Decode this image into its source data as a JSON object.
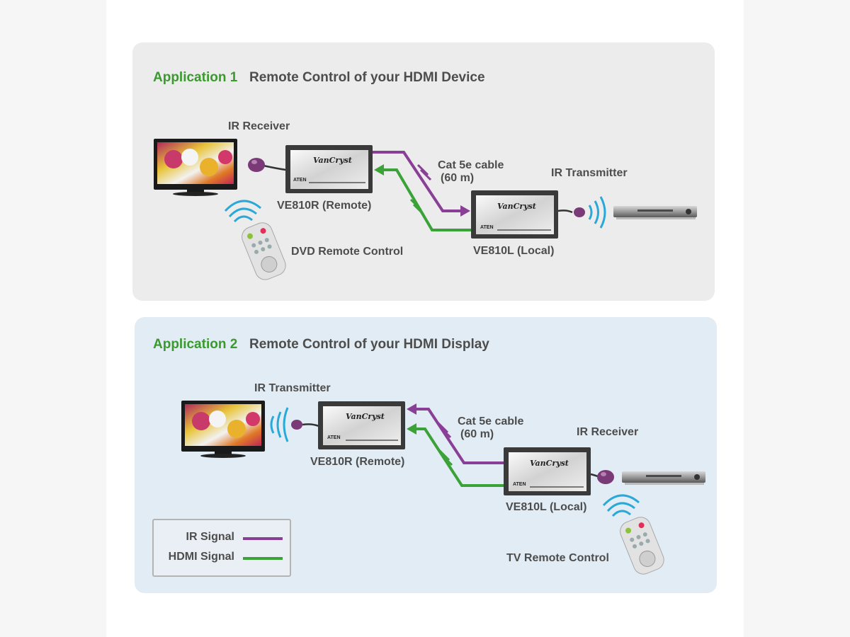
{
  "colors": {
    "ir_signal": "#8a3f96",
    "hdmi_signal": "#3aa236",
    "title_green": "#3a9a2d",
    "text_gray": "#4d4d4d"
  },
  "application1": {
    "number": "Application 1",
    "title": "Remote Control of your HDMI Device",
    "ir_receiver": "IR Receiver",
    "remote_unit": "VE810R (Remote)",
    "cable": "Cat 5e cable",
    "cable_length": "(60 m)",
    "ir_transmitter": "IR Transmitter",
    "local_unit": "VE810L (Local)",
    "remote_control": "DVD Remote Control"
  },
  "application2": {
    "number": "Application 2",
    "title": "Remote Control of your HDMI Display",
    "ir_transmitter": "IR Transmitter",
    "remote_unit": "VE810R (Remote)",
    "cable": "Cat 5e cable",
    "cable_length": "(60 m)",
    "ir_receiver": "IR Receiver",
    "local_unit": "VE810L (Local)",
    "remote_control": "TV Remote Control"
  },
  "device": {
    "brand": "VanCryst",
    "maker": "ATEN"
  },
  "legend": {
    "ir_label": "IR Signal",
    "hdmi_label": "HDMI  Signal"
  }
}
